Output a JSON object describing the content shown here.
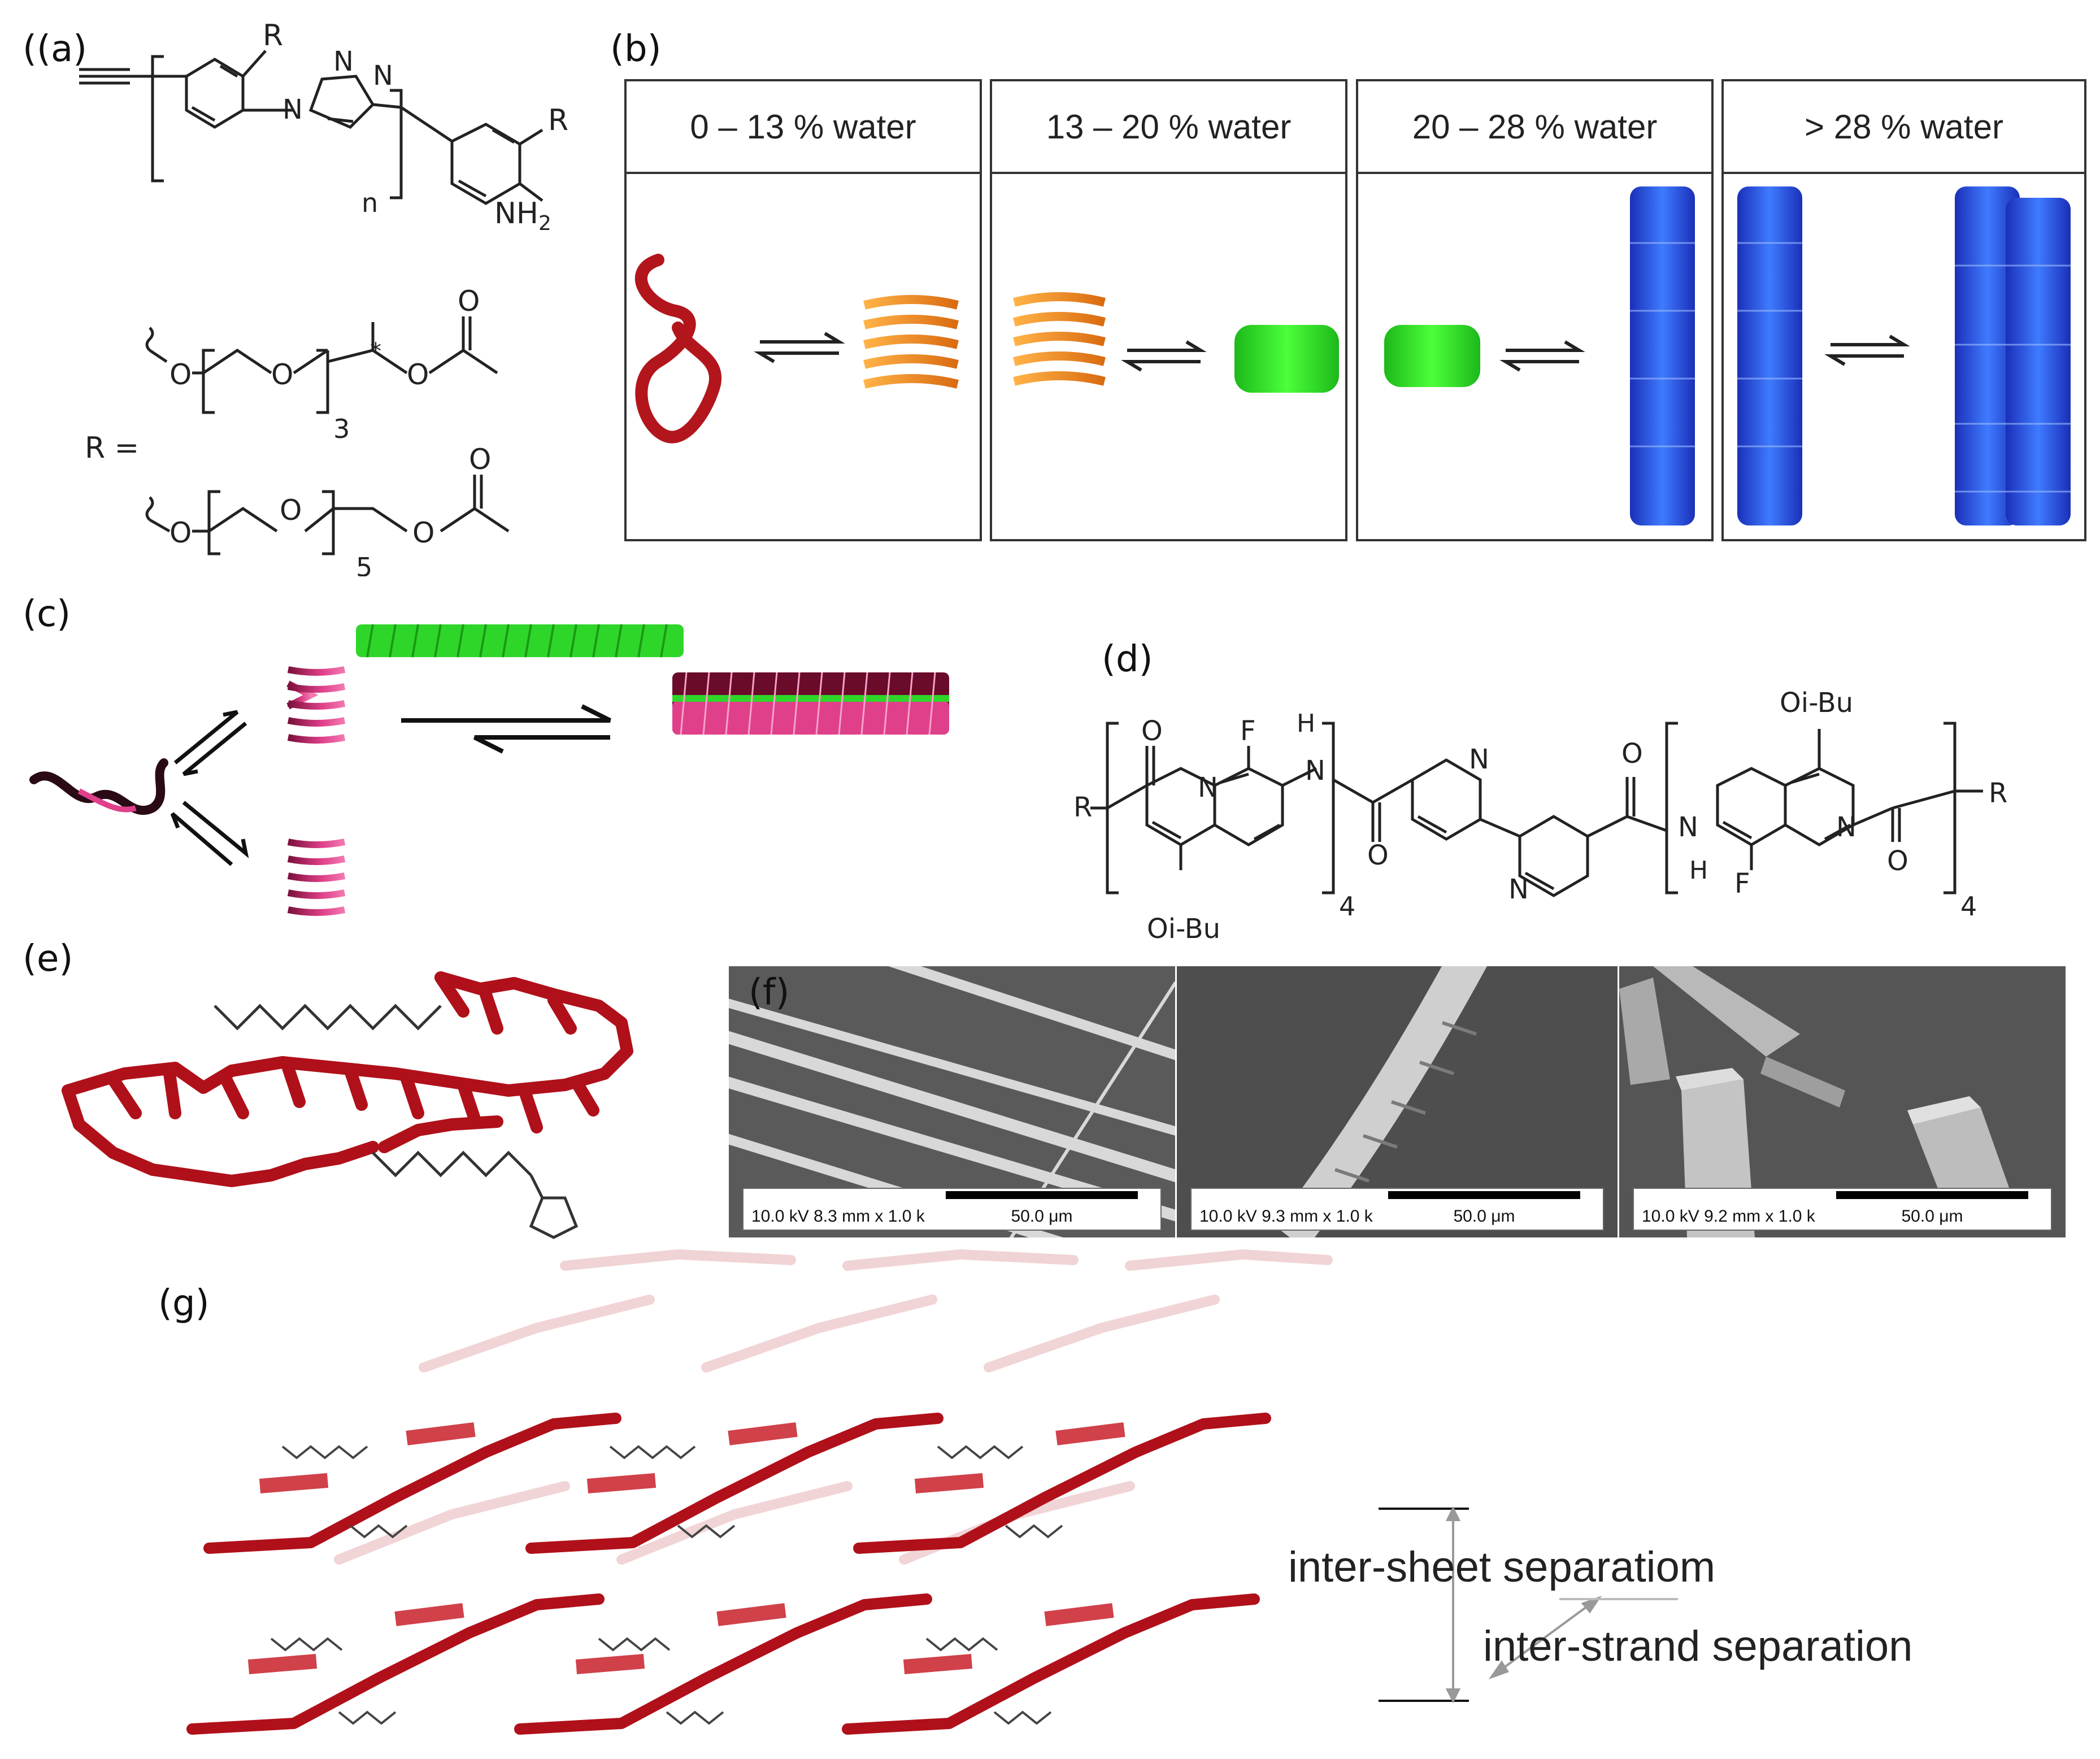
{
  "panels": {
    "a": "(a)",
    "b": "(b)",
    "c": "(c)",
    "d": "(d)",
    "e": "(e)",
    "f": "(f)",
    "g": "(g)"
  },
  "panel_a": {
    "r_top": "R",
    "r_side": "R",
    "n_sub": "n",
    "nh2": "NH",
    "nh2_sub": "2",
    "n1": "N",
    "n2": "N",
    "n3": "N",
    "r_equals": "R =",
    "o": "O",
    "sub3": "3",
    "sub5": "5",
    "star": "*"
  },
  "panel_b": {
    "headers": [
      "0 – 13 % water",
      "13 – 20 % water",
      "20 – 28 % water",
      "> 28 % water"
    ]
  },
  "panel_d": {
    "oibu_top": "Oi-Bu",
    "oibu_bottom": "Oi-Bu",
    "r_left": "R",
    "r_right": "R",
    "f": "F",
    "n": "N",
    "h": "H",
    "o": "O",
    "sub4": "4"
  },
  "panel_f": {
    "images": [
      {
        "info": "10.0 kV   8.3 mm x 1.0 k",
        "scale": "50.0 μm"
      },
      {
        "info": "10.0 kV   9.3 mm x 1.0 k",
        "scale": "50.0 μm"
      },
      {
        "info": "10.0 kV   9.2 mm x 1.0 k",
        "scale": "50.0 μm"
      }
    ]
  },
  "panel_g": {
    "inter_sheet": "inter-sheet separatiom",
    "inter_strand": "inter-strand separation"
  },
  "colors": {
    "red_coil": "#b3151c",
    "orange_coil": "#f08a1e",
    "green_coil": "#2fd62a",
    "blue_coil": "#1a3fd0",
    "pink_coil": "#e0408a",
    "dark_red": "#b0101a"
  }
}
